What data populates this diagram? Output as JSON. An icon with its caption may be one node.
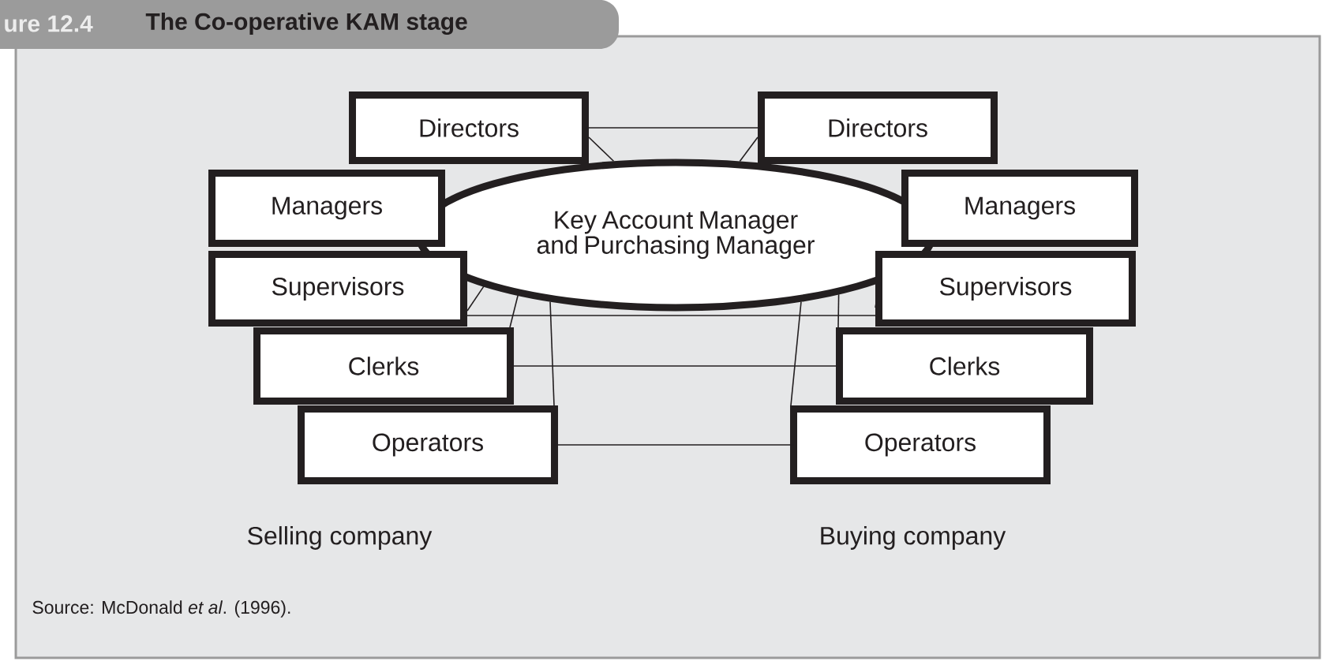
{
  "diagram": {
    "title": "The Co-operative KAM stage",
    "nodes": [
      {
        "text": [
          "Directors"
        ]
      },
      {
        "text": [
          "Directors"
        ]
      },
      {
        "text": [
          "Managers"
        ]
      },
      {
        "text": [
          "Key Account Manager and Purchasing Manager"
        ]
      },
      {
        "text": [
          "Managers"
        ]
      },
      {
        "text": [
          "Supervisors"
        ]
      },
      {
        "text": [
          "Supervisors"
        ]
      },
      {
        "text": [
          "Clerks"
        ]
      },
      {
        "text": [
          "Clerks"
        ]
      },
      {
        "text": [
          "Operators"
        ]
      },
      {
        "text": [
          "Operators"
        ]
      }
    ],
    "edges": [
      {
        "from": 0,
        "to": 1,
        "arrow": "none"
      },
      {
        "from": 0,
        "to": 3,
        "arrow": "none"
      },
      {
        "from": 1,
        "to": 3,
        "arrow": "none"
      },
      {
        "from": 5,
        "to": 6,
        "arrow": "none"
      },
      {
        "from": 5,
        "to": 3,
        "arrow": "none"
      },
      {
        "from": 7,
        "to": 3,
        "arrow": "none"
      },
      {
        "from": 9,
        "to": 3,
        "arrow": "none"
      },
      {
        "from": 6,
        "to": 3,
        "arrow": "none"
      },
      {
        "from": 8,
        "to": 3,
        "arrow": "none"
      },
      {
        "from": 10,
        "to": 3,
        "arrow": "none"
      },
      {
        "from": 7,
        "to": 8,
        "arrow": "none"
      },
      {
        "from": 9,
        "to": 10,
        "arrow": "none"
      }
    ],
    "labels": [
      "ure 12.4",
      "Selling company",
      "Buying company",
      "Source:  McDonald *et al*. (1996)."
    ]
  }
}
